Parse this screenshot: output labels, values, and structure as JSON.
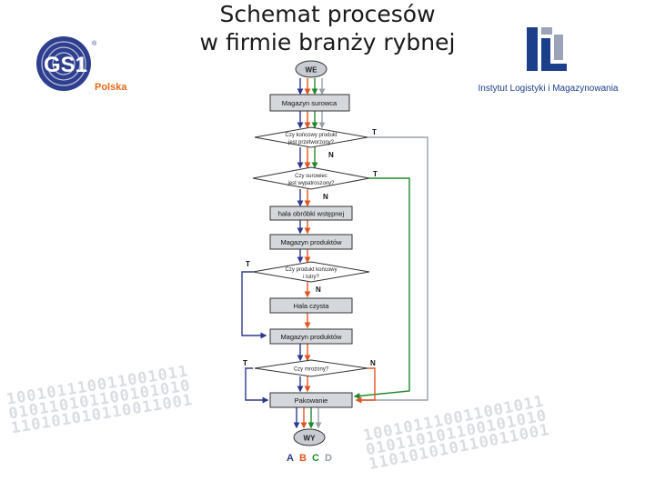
{
  "title": {
    "line1": "Schemat procesów",
    "line2": "w firmie branży rybnej"
  },
  "logos": {
    "gs1": {
      "mark": "GS1",
      "sub": "Polska",
      "registered": "®"
    },
    "ilim": {
      "name": "Instytut Logistyki i Magazynowania"
    }
  },
  "flowchart": {
    "start": "WE",
    "end": "WY",
    "boxes": {
      "raw_warehouse": "Magazyn surowca",
      "pre_processing": "hala obróbki wstępnej",
      "product_warehouse_1": "Magazyn produktów",
      "clean_hall": "Hala czysta",
      "product_warehouse_2": "Magazyn produktów",
      "packaging": "Pakowanie"
    },
    "decisions": {
      "d1": {
        "line1": "Czy końcowy produkt",
        "line2": "jest przetworzony?"
      },
      "d2": {
        "line1": "Czy surowiec",
        "line2": "jest wypatroszony?"
      },
      "d3": {
        "line1": "Czy produkt końcowy",
        "line2": "i lutry?"
      },
      "d4": {
        "line1": "Czy mrożony?"
      }
    },
    "labels": {
      "yes": "T",
      "no": "N"
    },
    "legend": [
      "A",
      "B",
      "C",
      "D"
    ],
    "colors": {
      "A": "#2d3a8c",
      "B": "#e0561f",
      "C": "#1f8a2a",
      "D": "#9aa0a8"
    }
  },
  "watermark": {
    "line1": "100101110011001011",
    "line2": "010110101100101010",
    "line3": "110101010110011001",
    "line4": "100101110011001011",
    "line5": "010110101100101010",
    "line6": "110101010110011001"
  }
}
